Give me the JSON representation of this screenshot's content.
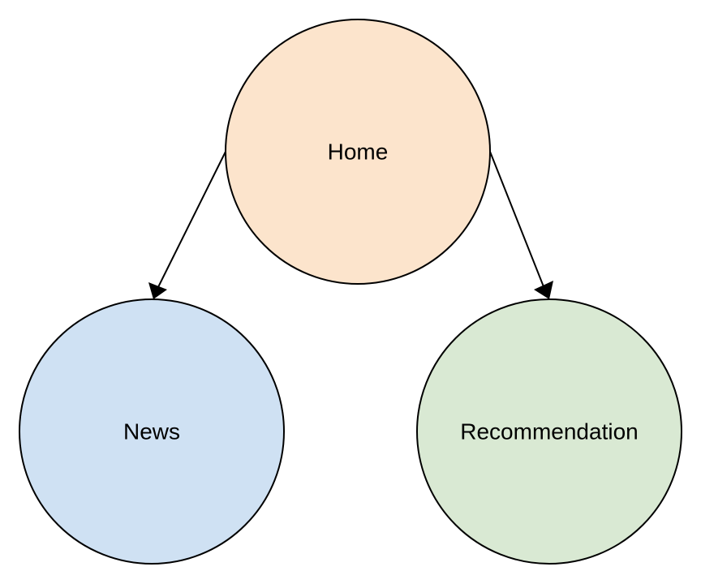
{
  "diagram": {
    "nodes": [
      {
        "id": "home",
        "label": "Home",
        "fill": "#fce4cc"
      },
      {
        "id": "news",
        "label": "News",
        "fill": "#cfe1f3"
      },
      {
        "id": "recommendation",
        "label": "Recommendation",
        "fill": "#d9e9d3"
      }
    ],
    "edges": [
      {
        "from": "home",
        "to": "news"
      },
      {
        "from": "home",
        "to": "recommendation"
      }
    ],
    "colors": {
      "stroke": "#000000",
      "background": "#ffffff"
    }
  }
}
